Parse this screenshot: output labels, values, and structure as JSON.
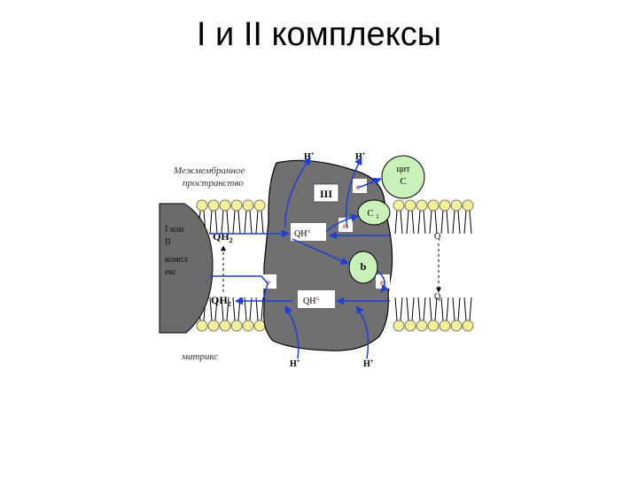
{
  "slide": {
    "title": "I и   II комплексы"
  },
  "diagram": {
    "region_labels": {
      "intermembrane_line1": "Межмембранное",
      "intermembrane_line2": "пространство",
      "matrix": "матрикс"
    },
    "complex_left": {
      "line1": "I или",
      "line2": "II",
      "line3": "компл",
      "line4": "екс"
    },
    "complex_iii_label": "III",
    "cyt_c": {
      "line1": "цит",
      "line2": "C"
    },
    "c1_label": "C",
    "c1_sub": "1",
    "b_label": "b",
    "qh2_top": "QH",
    "qh2_top_sub": "2",
    "qh2_bottom": "QH",
    "qh2_bottom_sub": "2",
    "qh_top": "QH",
    "qh_top_sup": "o",
    "qh_bottom": "QH",
    "qh_bottom_sup": "o",
    "q_top": "Q",
    "q_bottom": "Q",
    "h_top_left": "H",
    "h_top_right": "H",
    "h_bottom_left": "H",
    "h_bottom_right": "H",
    "h_sup": "+",
    "e_label": "e",
    "colors": {
      "complex_fill": "#707070",
      "complex_stroke": "#000000",
      "lipid_head": "#f5ee9a",
      "arrow": "#1f3fd8",
      "electron": "#e00000",
      "green_node": "#c8f0b8",
      "left_complex": "#6a6a6a"
    }
  }
}
